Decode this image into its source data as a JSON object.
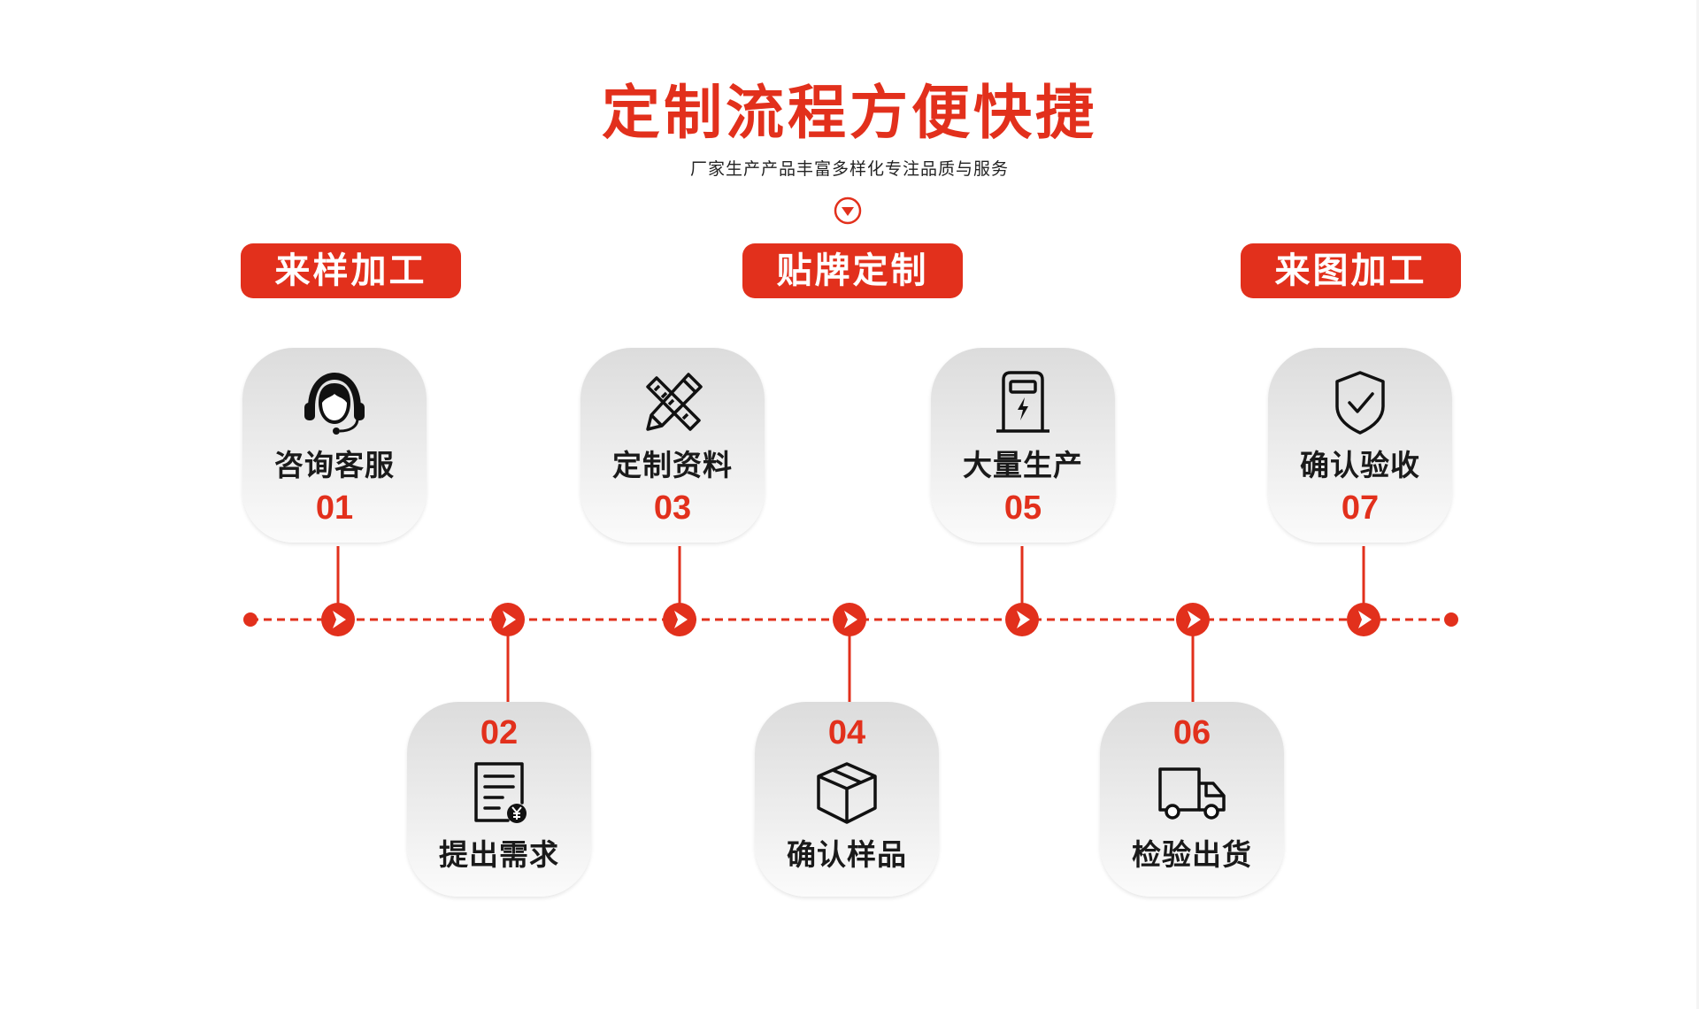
{
  "title": "定制流程方便快捷",
  "subtitle": "厂家生产产品丰富多样化专注品质与服务",
  "categories": [
    "来样加工",
    "贴牌定制",
    "来图加工"
  ],
  "steps": [
    {
      "num": "01",
      "label": "咨询客服",
      "icon": "headset-icon"
    },
    {
      "num": "02",
      "label": "提出需求",
      "icon": "invoice-icon"
    },
    {
      "num": "03",
      "label": "定制资料",
      "icon": "ruler-pencil-icon"
    },
    {
      "num": "04",
      "label": "确认样品",
      "icon": "box-icon"
    },
    {
      "num": "05",
      "label": "大量生产",
      "icon": "machine-icon"
    },
    {
      "num": "06",
      "label": "检验出货",
      "icon": "truck-icon"
    },
    {
      "num": "07",
      "label": "确认验收",
      "icon": "shield-check-icon"
    }
  ],
  "accent_color": "#e2301c"
}
